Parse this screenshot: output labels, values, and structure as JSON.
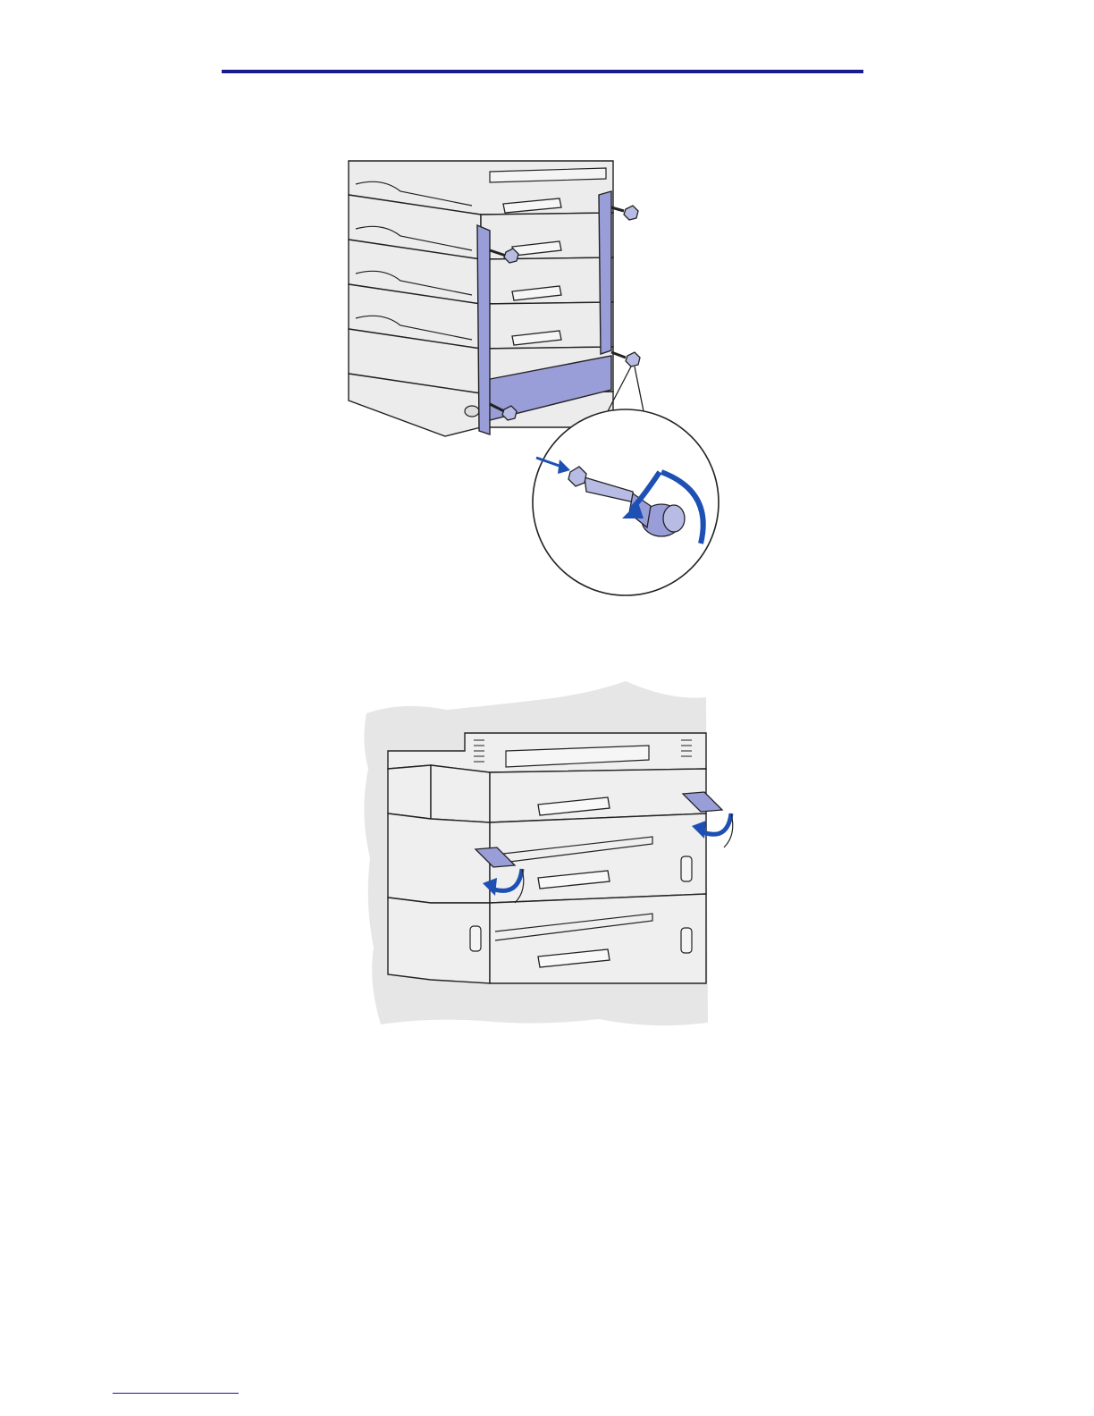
{
  "page": {
    "header_rule_color": "#1a1a8c",
    "footnote_rule_color": "#1a1a8c"
  },
  "figures": [
    {
      "id": "bracket-install",
      "icon": "printer-drawer-stack-with-brackets-and-screwdriver-detail",
      "colors": {
        "bracket": "#9a9ed8",
        "printer": "#e8e8e8",
        "arrow": "#1e50b4"
      }
    },
    {
      "id": "latch-lock",
      "icon": "printer-drawers-with-latches-flipped-down",
      "colors": {
        "latch": "#9a9ed8",
        "printer": "#e8e8e8",
        "background": "#e6e6e6",
        "arrow": "#1e50b4"
      }
    }
  ]
}
